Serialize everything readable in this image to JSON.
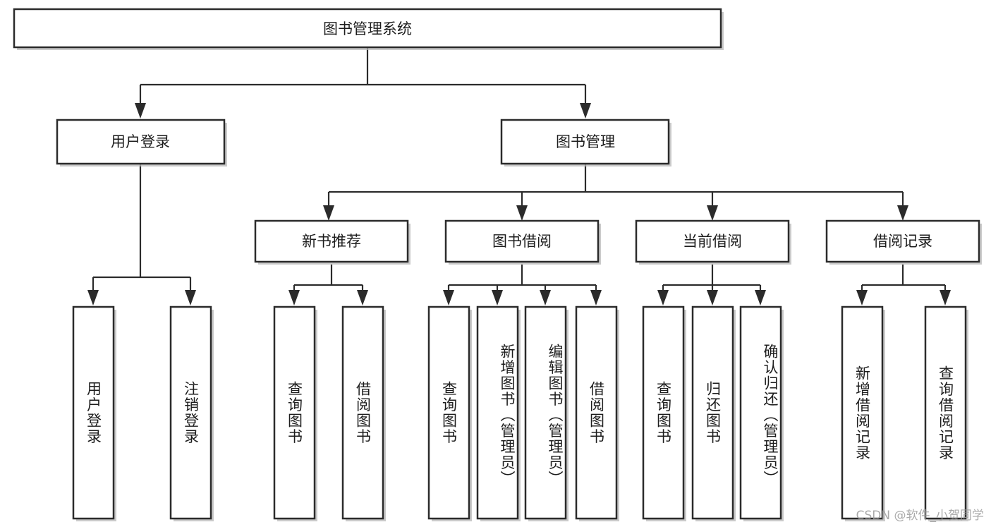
{
  "diagram": {
    "type": "tree-hierarchy-chart",
    "title": "图书管理系统",
    "root": {
      "label": "图书管理系统"
    },
    "level2": [
      {
        "label": "用户登录"
      },
      {
        "label": "图书管理"
      }
    ],
    "level3": [
      {
        "label": "新书推荐"
      },
      {
        "label": "图书借阅"
      },
      {
        "label": "当前借阅"
      },
      {
        "label": "借阅记录"
      }
    ],
    "leaves": {
      "user_login": [
        {
          "label": "用户登录"
        },
        {
          "label": "注销登录"
        }
      ],
      "new_book_recommend": [
        {
          "label": "查询图书"
        },
        {
          "label": "借阅图书"
        }
      ],
      "book_borrow": [
        {
          "label": "查询图书"
        },
        {
          "label": "新增图书（管理员）"
        },
        {
          "label": "编辑图书（管理员）"
        },
        {
          "label": "借阅图书"
        }
      ],
      "current_borrow": [
        {
          "label": "查询图书"
        },
        {
          "label": "归还图书"
        },
        {
          "label": "确认归还（管理员）"
        }
      ],
      "borrow_record": [
        {
          "label": "新增借阅记录"
        },
        {
          "label": "查询借阅记录"
        }
      ]
    },
    "watermark": "CSDN @软件_小贺同学",
    "colors": {
      "box_border": "#2b2b2b",
      "box_fill": "#ffffff",
      "connector": "#2b2b2b",
      "text": "#1d1d1d",
      "watermark": "#9b9b9b",
      "background": "#ffffff"
    }
  }
}
